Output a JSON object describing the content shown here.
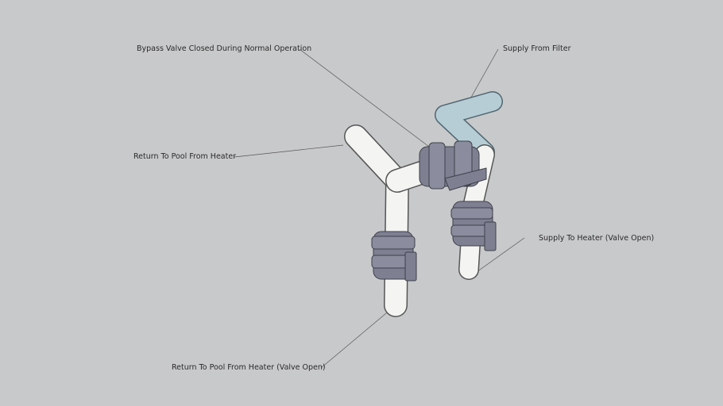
{
  "labels": {
    "bypass": "Bypass Valve Closed During Normal Operation",
    "supply_filter": "Supply From Filter",
    "return_pool": "Return To Pool From Heater",
    "supply_heater": "Supply To Heater (Valve Open)",
    "return_pool_open": "Return To Pool From Heater (Valve Open)"
  },
  "colors": {
    "background": "#c8c9cb",
    "pvc": "#f4f4f2",
    "supply_pipe": "#b7cdd6",
    "valve": "#7e8092"
  }
}
